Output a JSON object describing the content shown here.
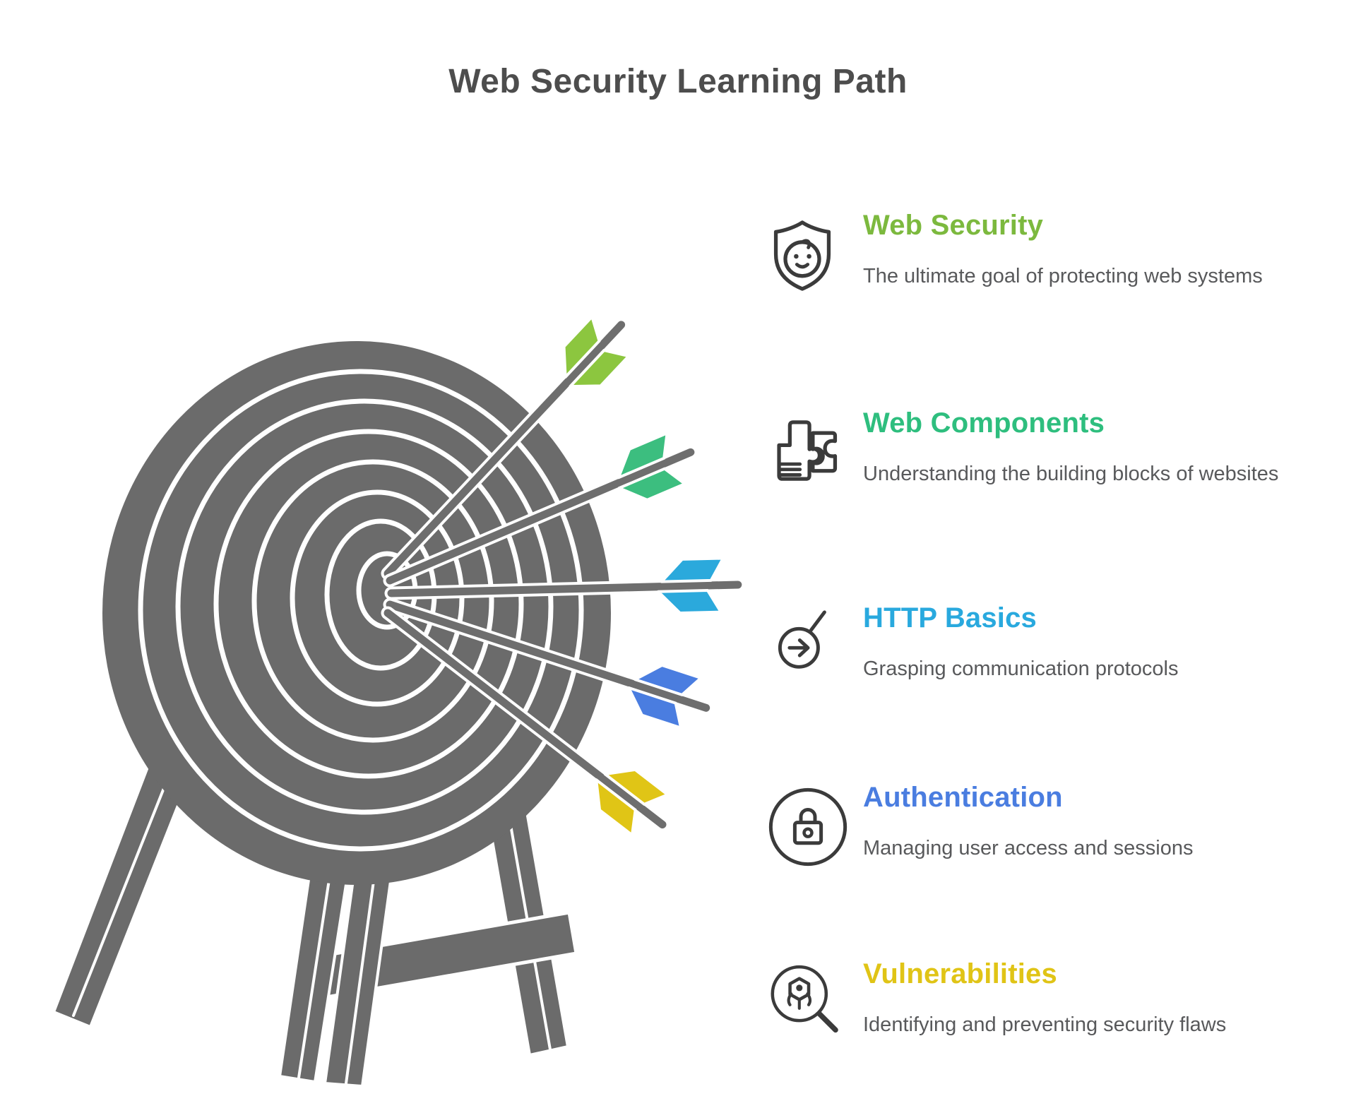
{
  "title": "Web Security Learning Path",
  "items": [
    {
      "heading": "Web Security",
      "description": "The ultimate goal of protecting web systems",
      "color": "#7CB93E",
      "icon": "shield-face-icon"
    },
    {
      "heading": "Web Components",
      "description": "Understanding the building blocks of websites",
      "color": "#2EBE7E",
      "icon": "puzzle-piece-icon"
    },
    {
      "heading": "HTTP Basics",
      "description": "Grasping communication protocols",
      "color": "#29A9DE",
      "icon": "arrow-right-circle-icon"
    },
    {
      "heading": "Authentication",
      "description": "Managing user access and sessions",
      "color": "#4A7DE0",
      "icon": "padlock-circle-icon"
    },
    {
      "heading": "Vulnerabilities",
      "description": "Identifying and preventing security flaws",
      "color": "#E0C416",
      "icon": "bug-magnifier-icon"
    }
  ],
  "illustration": {
    "name": "archery-target-with-five-arrows",
    "target_color": "#6B6B6B",
    "arrow_shaft_color": "#6E6E6E",
    "arrow_fletching_colors": [
      "#8CC63F",
      "#3CBE7F",
      "#2BA9DC",
      "#4A7DE0",
      "#E0C516"
    ]
  },
  "colors": {
    "background": "#FFFFFF",
    "title_text": "#4D4D4D",
    "description_text": "#58595B",
    "icon_stroke": "#3B3B3B"
  }
}
